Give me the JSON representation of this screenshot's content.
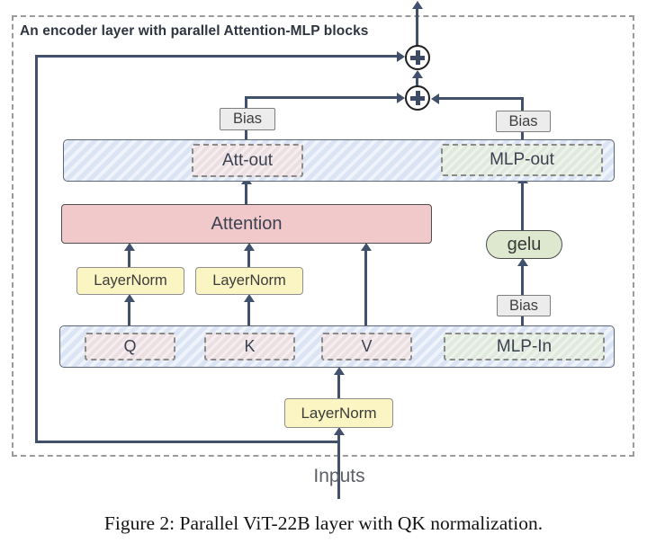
{
  "header": {
    "title": "An encoder layer with parallel Attention-MLP blocks"
  },
  "caption": "Figure 2: Parallel ViT-22B layer with QK normalization.",
  "labels": {
    "inputs": "Inputs",
    "attention": "Attention",
    "gelu": "gelu",
    "att_out": "Att-out",
    "mlp_out": "MLP-out",
    "mlp_in": "MLP-In",
    "q": "Q",
    "k": "K",
    "v": "V",
    "layernorm_q": "LayerNorm",
    "layernorm_k": "LayerNorm",
    "layernorm_input": "LayerNorm",
    "bias_att_out": "Bias",
    "bias_mlp_out": "Bias",
    "bias_mlp_in": "Bias"
  },
  "colors": {
    "line": "#41506b",
    "frame_dash": "#9b9b9b",
    "bar_fill": "#dbe4f5",
    "attention_fill": "#f2c9cb",
    "layernorm_fill": "#fbf5c3",
    "gelu_fill": "#dde8ce",
    "bias_fill": "#ececec",
    "pink_cell_fill": "#ecdfe2",
    "green_cell_fill": "#dfeadc"
  }
}
